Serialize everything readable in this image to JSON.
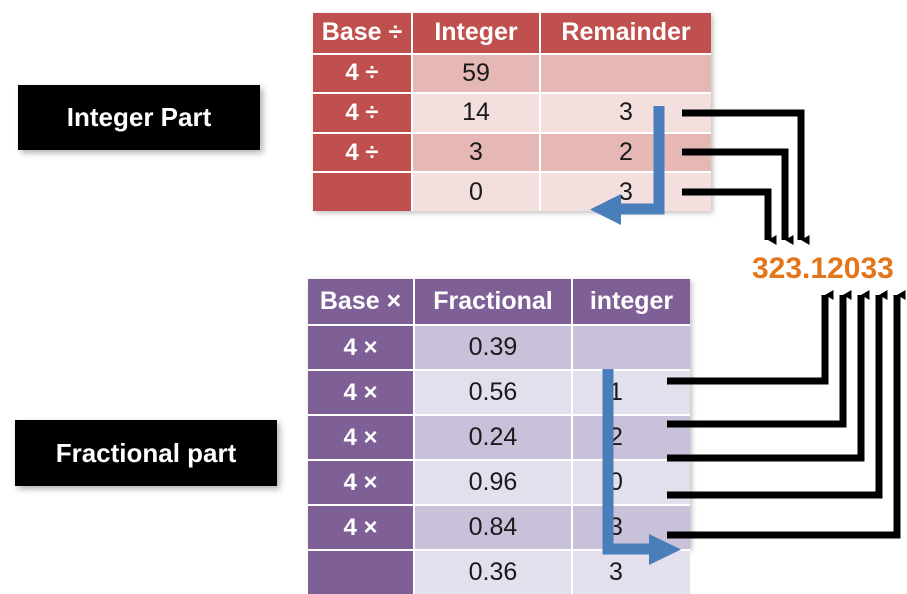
{
  "diagram": {
    "title_hidden": "",
    "result_value": "323.12033",
    "result_color": "#e3761b"
  },
  "labels": {
    "integer_part": "Integer Part",
    "fractional_part": "Fractional part"
  },
  "integer_table": {
    "theme_color": "#c0504d",
    "headers": [
      "Base ÷",
      "Integer",
      "Remainder"
    ],
    "rows": [
      {
        "base": "4 ÷",
        "value": "59",
        "remainder": ""
      },
      {
        "base": "4 ÷",
        "value": "14",
        "remainder": "3"
      },
      {
        "base": "4 ÷",
        "value": "3",
        "remainder": "2"
      },
      {
        "base": "",
        "value": "0",
        "remainder": "3"
      }
    ]
  },
  "fractional_table": {
    "theme_color": "#7e6096",
    "headers": [
      "Base ×",
      "Fractional",
      "integer"
    ],
    "rows": [
      {
        "base": "4 ×",
        "value": "0.39",
        "integer": ""
      },
      {
        "base": "4 ×",
        "value": "0.56",
        "integer": "1"
      },
      {
        "base": "4 ×",
        "value": "0.24",
        "integer": "2"
      },
      {
        "base": "4 ×",
        "value": "0.96",
        "integer": "0"
      },
      {
        "base": "4 ×",
        "value": "0.84",
        "integer": "3"
      },
      {
        "base": "",
        "value": "0.36",
        "integer": "3"
      }
    ]
  },
  "arrows": {
    "read_direction_integer": "up",
    "read_direction_fractional": "down",
    "accent_color": "#4a7ebb",
    "connector_color": "#000000"
  }
}
